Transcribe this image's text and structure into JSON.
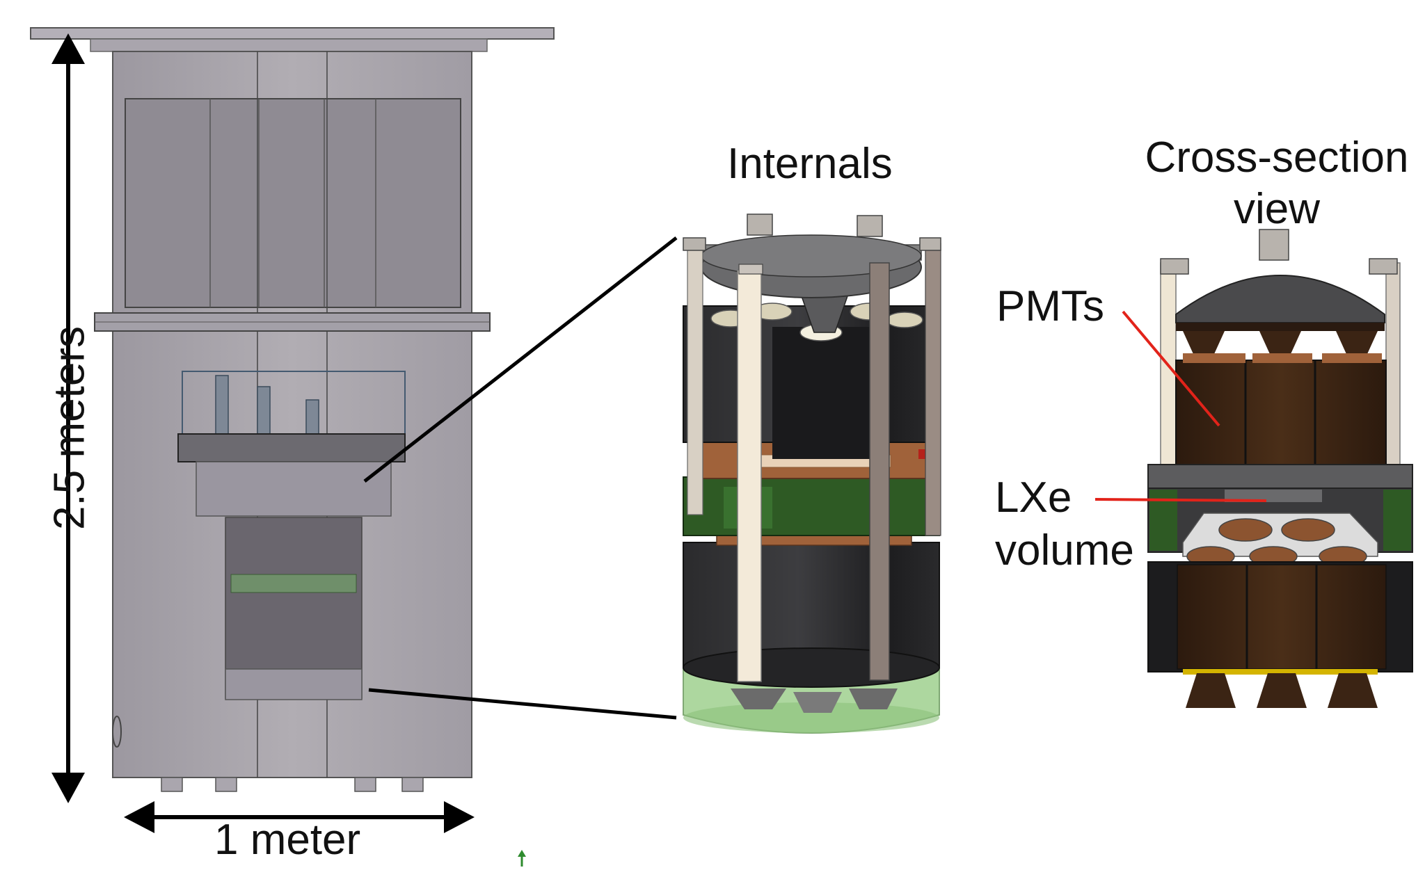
{
  "labels": {
    "internals": "Internals",
    "cross_section_line1": "Cross-section",
    "cross_section_line2": "view",
    "pmts": "PMTs",
    "lxe_line1": "LXe",
    "lxe_line2": "volume",
    "height_dim": "2.5 meters",
    "width_dim": "1 meter"
  },
  "colors": {
    "vessel": "#a7a2aa",
    "vessel_dark": "#8d8991",
    "pmt_body": "#2a2a2c",
    "pmt_brown": "#3b2414",
    "copper": "#a0623a",
    "green_ring": "#2e5a24",
    "green_shell": "#9fd18f",
    "pointer_red": "#e2231a",
    "frame_rod": "#f3ead9"
  }
}
